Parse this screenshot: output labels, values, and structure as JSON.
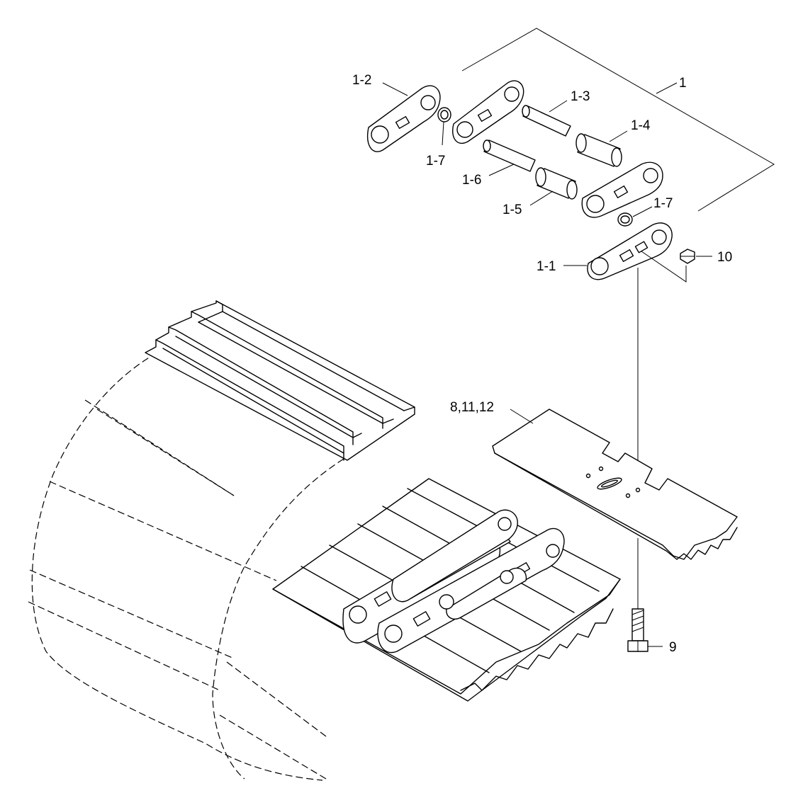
{
  "labels": {
    "l1": "1",
    "l1_1": "1-1",
    "l1_2": "1-2",
    "l1_3": "1-3",
    "l1_4": "1-4",
    "l1_5": "1-5",
    "l1_6": "1-6",
    "l1_7a": "1-7",
    "l1_7b": "1-7",
    "l8": "8,11,12",
    "l9": "9",
    "l10": "10"
  }
}
